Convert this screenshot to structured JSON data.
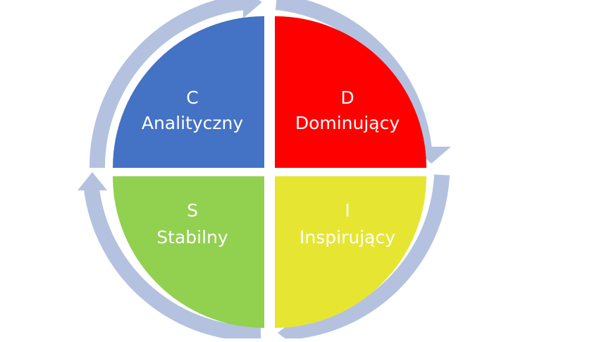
{
  "colors": {
    "ring": "#b4c2e0",
    "label_text": "#ffffff"
  },
  "quadrants": {
    "c": {
      "letter": "C",
      "label": "Analityczny",
      "color": "#4472c4"
    },
    "d": {
      "letter": "D",
      "label": "Dominujący",
      "color": "#ff0000"
    },
    "s": {
      "letter": "S",
      "label": "Stabilny",
      "color": "#92d050"
    },
    "i": {
      "letter": "I",
      "label": "Inspirujący",
      "color": "#e6e632"
    }
  }
}
